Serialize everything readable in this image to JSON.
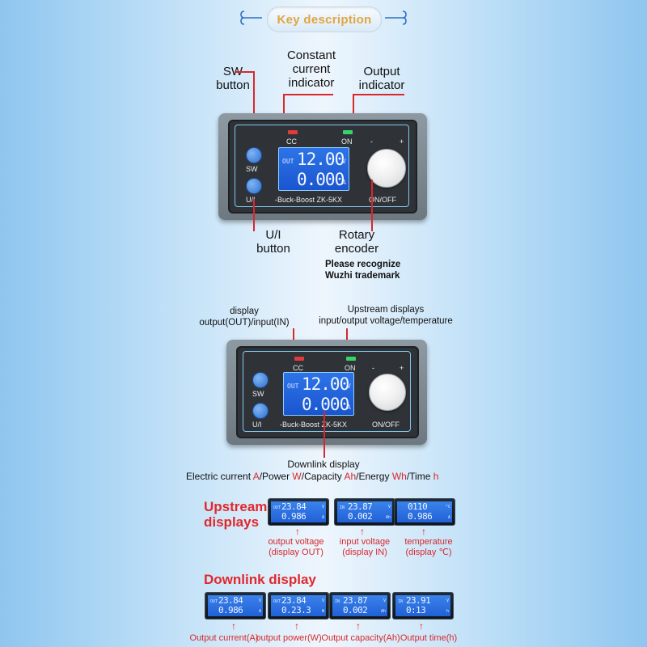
{
  "header": {
    "title": "Key description"
  },
  "callouts": {
    "sw_button": "SW\nbutton",
    "cc_indicator": "Constant\ncurrent\nindicator",
    "output_indicator": "Output\nindicator",
    "ui_button": "U/I\nbutton",
    "rotary_encoder": "Rotary\nencoder",
    "trademark_note": "Please recognize\nWuzhi trademark",
    "display_out_in": "display\noutput(OUT)/input(IN)",
    "upstream_note": "Upstream displays\ninput/output voltage/temperature",
    "downlink_title": "Downlink display",
    "downlink_line": {
      "p1": "Electric current ",
      "a": "A",
      "p2": "/Power ",
      "w": "W",
      "p3": "/Capacity ",
      "ah": "Ah",
      "p4": "/Energy ",
      "wh": "Wh",
      "p5": "/Time ",
      "h": "h"
    }
  },
  "device": {
    "cc_label": "CC",
    "on_label": "ON",
    "sw_label": "SW",
    "ui_label": "U/I",
    "brand_label": "-Buck-Boost ZK-5KX",
    "onoff_label": "ON/OFF",
    "out_tag": "OUT",
    "voltage": "12.00",
    "voltage_unit": "V",
    "current": "0.000",
    "current_unit": "A",
    "minus": "-",
    "plus": "+"
  },
  "upstream": {
    "title": "Upstream\ndisplays",
    "screens": [
      {
        "tag": "OUT",
        "top": "23.84",
        "top_unit": "V",
        "bottom": "0.986",
        "bottom_unit": "A",
        "caption": "output voltage\n(display OUT)"
      },
      {
        "tag": "IN",
        "top": "23.87",
        "top_unit": "V",
        "bottom": "0.002",
        "bottom_unit": "Ah",
        "caption": "input voltage\n(display IN)"
      },
      {
        "tag": "",
        "top": "0110",
        "top_unit": "°C",
        "bottom": "0.986",
        "bottom_unit": "A",
        "caption": "temperature\n(display ℃)"
      }
    ]
  },
  "downlink": {
    "title": "Downlink display",
    "screens": [
      {
        "tag": "OUT",
        "top": "23.84",
        "top_unit": "V",
        "bottom": "0.986",
        "bottom_unit": "A",
        "caption": "Output current(A)"
      },
      {
        "tag": "OUT",
        "top": "23.84",
        "top_unit": "V",
        "bottom": "0.23.3",
        "bottom_unit": "W",
        "caption": "output power(W)"
      },
      {
        "tag": "IN",
        "top": "23.87",
        "top_unit": "V",
        "bottom": "0.002",
        "bottom_unit": "Ah",
        "caption": "Output capacity(Ah)"
      },
      {
        "tag": "IN",
        "top": "23.91",
        "top_unit": "V",
        "bottom": "0:13",
        "bottom_unit": "h",
        "caption": "Output time(h)"
      }
    ]
  },
  "colors": {
    "accent_red": "#d8282c",
    "header_gold": "#e0a640",
    "lcd_blue": "#2161d6"
  }
}
